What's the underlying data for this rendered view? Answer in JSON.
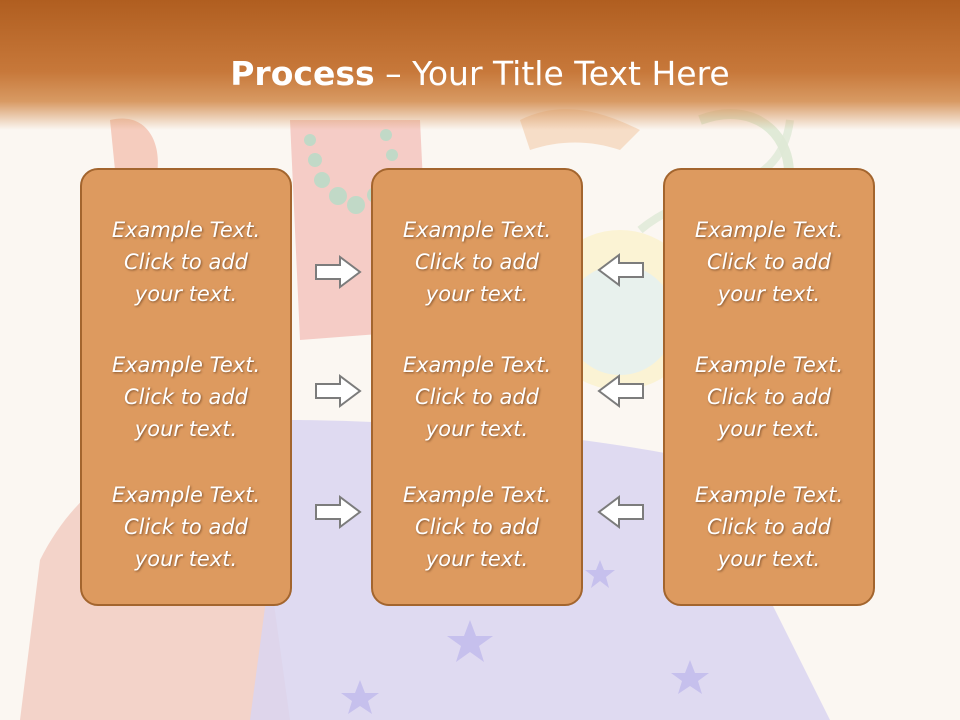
{
  "title": {
    "bold_part": "Process",
    "rest": " – Your Title Text Here"
  },
  "boxes": [
    {
      "items": [
        {
          "line1": "Example Text.",
          "line2": "Click  to add",
          "line3": "your text."
        },
        {
          "line1": "Example Text.",
          "line2": "Click  to add",
          "line3": "your text."
        },
        {
          "line1": "Example Text.",
          "line2": "Click  to add",
          "line3": "your text."
        }
      ]
    },
    {
      "items": [
        {
          "line1": "Example Text.",
          "line2": "Click  to add",
          "line3": "your text."
        },
        {
          "line1": "Example Text.",
          "line2": "Click  to add",
          "line3": "your text."
        },
        {
          "line1": "Example Text.",
          "line2": "Click  to add",
          "line3": "your text."
        }
      ]
    },
    {
      "items": [
        {
          "line1": "Example Text.",
          "line2": "Click  to add",
          "line3": "your text."
        },
        {
          "line1": "Example Text.",
          "line2": "Click  to add",
          "line3": "your text."
        },
        {
          "line1": "Example Text.",
          "line2": "Click  to add",
          "line3": "your text."
        }
      ]
    }
  ],
  "arrows": {
    "left_column": [
      "right-arrow-icon",
      "right-arrow-icon",
      "right-arrow-icon"
    ],
    "right_column": [
      "left-arrow-icon",
      "left-arrow-icon",
      "left-arrow-icon"
    ]
  },
  "colors": {
    "title_bar": "#b05e20",
    "box_fill": "#dd9a5f",
    "box_border": "#a3652e",
    "text": "#ffffff"
  }
}
